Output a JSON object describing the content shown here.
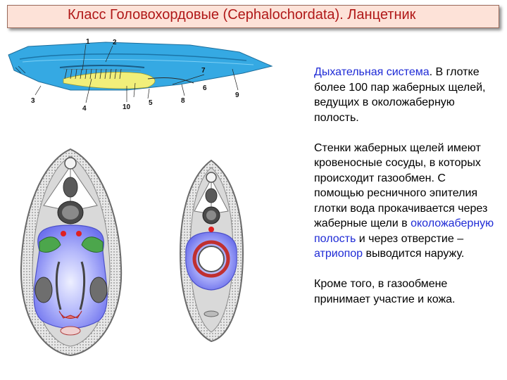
{
  "title": "Класс Головохордовые (Cephalochordata). Ланцетник",
  "labels": {
    "l1": "1",
    "l2": "2",
    "l3": "3",
    "l4": "4",
    "l5": "5",
    "l6": "6",
    "l7": "7",
    "l8": "8",
    "l9": "9",
    "l10": "10"
  },
  "text": {
    "p1_term": "Дыхательная система",
    "p1_rest": ". В глотке более 100 пар жаберных щелей, ведущих в околожаберную полость.",
    "p2_a": "Стенки жаберных щелей имеют кровеносные сосуды, в которых происходит газообмен. С помощью ресничного эпителия глотки вода прокачивается через жаберные щели в ",
    "p2_link1": "околожаберную полость",
    "p2_b": " и через отверстие – ",
    "p2_link2": "атриопор",
    "p2_c": " выводится наружу.",
    "p3": "Кроме того, в газообмене принимает участие и кожа."
  },
  "colors": {
    "title_text": "#b01818",
    "title_bg": "#fde2d8",
    "body_blue": "#3aa7e0",
    "cavity_purple": "#7b7ef0",
    "gonad_green": "#3c9e3c",
    "highlight_blue_text": "#1f2bd6"
  }
}
